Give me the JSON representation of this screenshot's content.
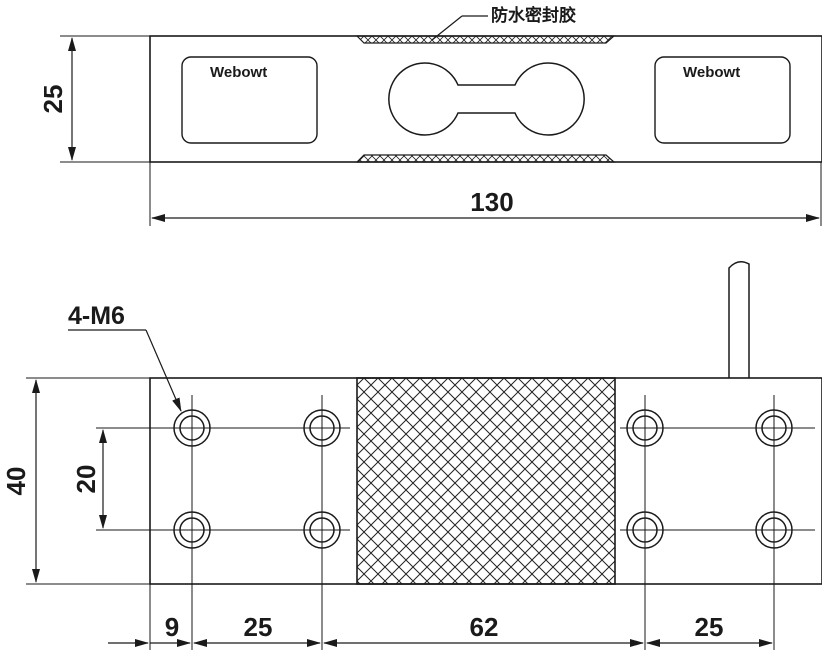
{
  "top_view": {
    "height_label": "25",
    "length_label": "130",
    "brand_left": "Webowt",
    "brand_right": "Webowt",
    "seal_label": "防水密封胶"
  },
  "front_view": {
    "height_label": "40",
    "hole_spacing_label": "20",
    "thread_label": "4-M6",
    "bottom_dims": [
      "9",
      "25",
      "62",
      "25"
    ]
  }
}
